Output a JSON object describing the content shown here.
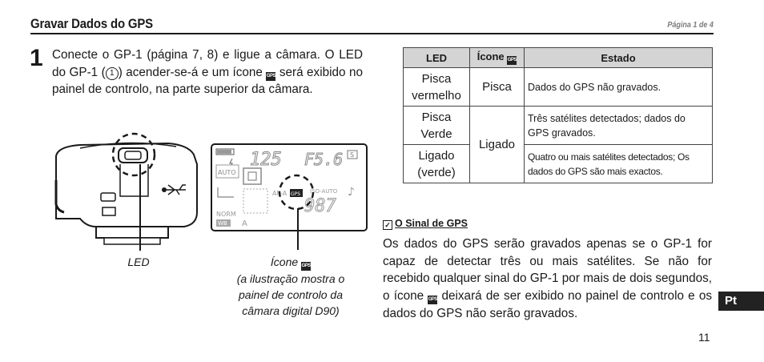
{
  "header": {
    "title": "Gravar Dados do GPS",
    "page_indicator": "Página 1 de 4"
  },
  "step": {
    "number": "1",
    "text_a": "Conecte o GP-1 (página 7, 8) e ligue a câmara. O LED do GP-1 (",
    "circled_ref": "1",
    "text_b": ") acender-se-á e um ícone",
    "text_c": "será exibido no painel de controlo, na parte superior da câmara."
  },
  "gps_icon_glyph": "GPS",
  "illustration": {
    "led_caption": "LED",
    "icon_caption_prefix": "Ícone",
    "icon_caption_detail": "(a ilustração mostra o painel de controlo da câmara digital D90)",
    "lcd": {
      "shutter": "125",
      "aperture": "F5.6",
      "count": "987",
      "auto": "AUTO",
      "norm": "NORM",
      "wb": "WB",
      "a": "A",
      "iso_auto": "ISO-AUTO",
      "s": "S",
      "af_a": "AF-A"
    }
  },
  "table": {
    "headers": {
      "led": "LED",
      "icon": "Ícone",
      "status": "Estado"
    },
    "rows": [
      {
        "led": "Pisca vermelho",
        "icon": "Pisca",
        "status": "Dados do GPS não gravados."
      },
      {
        "led": "Pisca Verde",
        "icon": "Ligado",
        "status": "Três satélites detectados; dados do GPS gravados."
      },
      {
        "led": "Ligado (verde)",
        "status": "Quatro ou mais satélites detectados; Os dados do GPS são mais exactos."
      }
    ]
  },
  "note": {
    "heading": "O Sinal de GPS",
    "text_a": "Os dados do GPS serão gravados apenas se o GP-1 for capaz de detectar três ou mais satélites. Se não for recebido qualquer sinal do GP-1 por mais de dois segundos, o ícone",
    "text_b": "deixará de ser exibido no painel de controlo e os dados do GPS não serão gravados."
  },
  "language_tab": "Pt",
  "page_number": "11"
}
